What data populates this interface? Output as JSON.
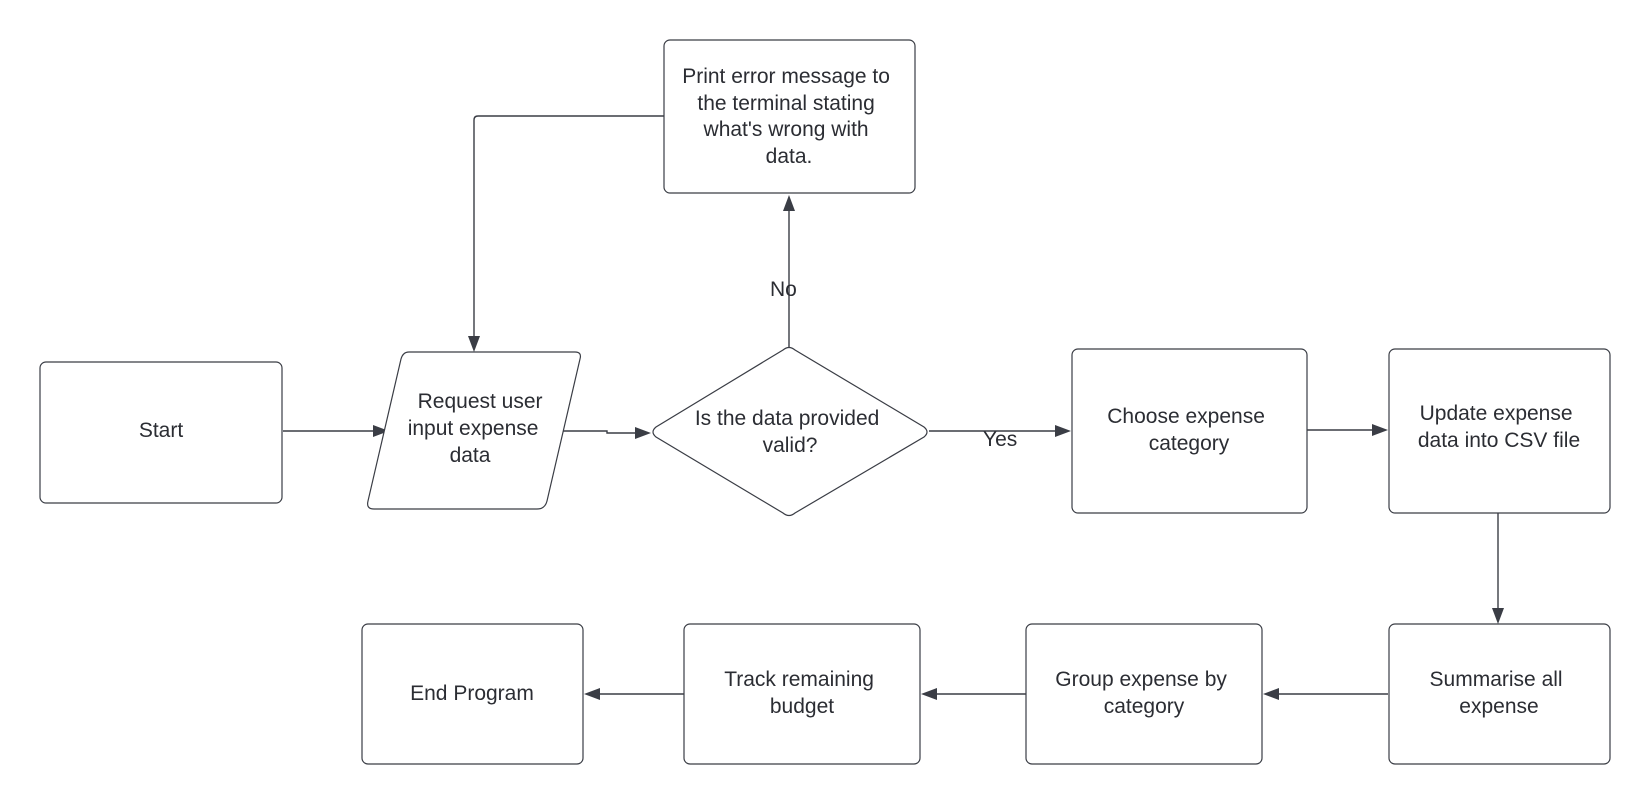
{
  "diagram": {
    "nodes": {
      "start": {
        "lines": [
          "Start"
        ]
      },
      "request": {
        "lines": [
          "Request user",
          "input expense",
          "data"
        ]
      },
      "decision": {
        "lines": [
          "Is the data provided",
          "valid?"
        ]
      },
      "error": {
        "lines": [
          "Print error message to",
          "the terminal stating",
          "what's wrong with",
          "data."
        ]
      },
      "choose": {
        "lines": [
          "Choose expense",
          "category"
        ]
      },
      "update": {
        "lines": [
          "Update expense",
          "data into CSV file"
        ]
      },
      "summarise": {
        "lines": [
          "Summarise all",
          "expense"
        ]
      },
      "group": {
        "lines": [
          "Group expense by",
          "category"
        ]
      },
      "track": {
        "lines": [
          "Track remaining",
          "budget"
        ]
      },
      "end": {
        "lines": [
          "End Program"
        ]
      }
    },
    "edge_labels": {
      "no": "No",
      "yes": "Yes"
    }
  }
}
